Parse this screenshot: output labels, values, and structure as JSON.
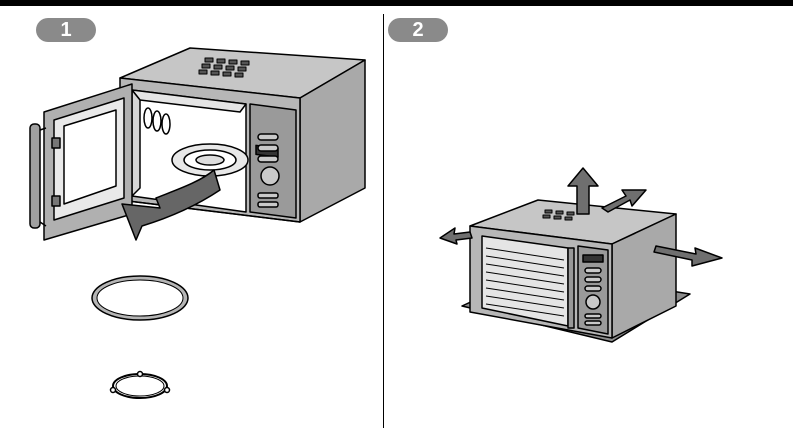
{
  "steps": [
    {
      "number": "1"
    },
    {
      "number": "2"
    }
  ],
  "colors": {
    "line": "#000000",
    "body_gray": "#a9a9a9",
    "top_gray": "#c6c6c6",
    "dark_gray": "#6f6f6f",
    "badge_gray": "#8a8a8a",
    "shadow": "#8c8c8c"
  },
  "icons": {
    "step1": [
      "microwave-oven-open-door",
      "curved-arrow-remove",
      "glass-turntable-tray",
      "roller-ring"
    ],
    "step2": [
      "microwave-oven-closed",
      "arrow-up-clearance",
      "arrow-left-clearance",
      "arrow-right-clearance",
      "arrow-back-clearance"
    ]
  }
}
